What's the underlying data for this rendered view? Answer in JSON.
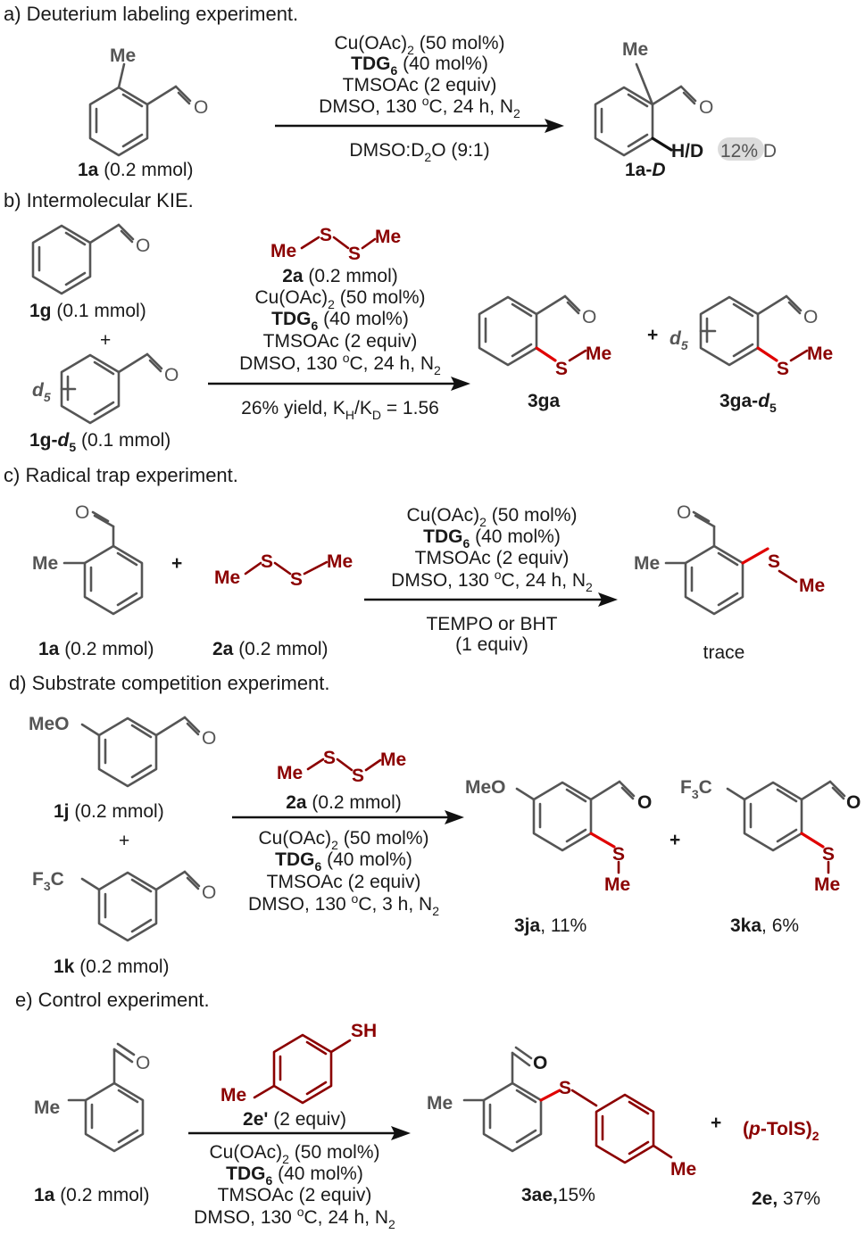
{
  "sections": {
    "a": {
      "title": "a) Deuterium labeling experiment.",
      "sm_label_id": "1a",
      "sm_label_amount": " (0.2 mmol)",
      "cond1_base": "Cu(OAc)",
      "cond1_sub": "2",
      "cond1_tail": " (50 mol%)",
      "cond2_base": "TDG",
      "cond2_sub": "6",
      "cond2_tail": " (40 mol%)",
      "cond3": "TMSOAc (2 equiv)",
      "cond4_pre": "DMSO, 130 ",
      "cond4_sup": "o",
      "cond4_mid": "C, 24 h, N",
      "cond4_sub": "2",
      "cond5_pre": "DMSO:D",
      "cond5_sub": "2",
      "cond5_tail": "O (9:1)",
      "product_label_id": "1a-",
      "product_label_italic": "D",
      "hd_label": "H/D",
      "deuterium": "12% D"
    },
    "b": {
      "title": "b) Intermolecular KIE.",
      "sm1_id": "1g",
      "sm1_amount": " (0.1 mmol)",
      "plus": "+",
      "sm2_id": "1g-",
      "sm2_italic": "d",
      "sm2_sub": "5",
      "sm2_amount": " (0.1 mmol)",
      "reagent_id": "2a",
      "reagent_amount": " (0.2 mmol)",
      "cond1_base": "Cu(OAc)",
      "cond1_sub": "2",
      "cond1_tail": " (50 mol%)",
      "cond2_base": "TDG",
      "cond2_sub": "6",
      "cond2_tail": " (40 mol%)",
      "cond3": "TMSOAc (2 equiv)",
      "cond4_pre": "DMSO, 130 ",
      "cond4_sup": "o",
      "cond4_mid": "C, 24 h, N",
      "cond4_sub": "2",
      "result_pre": "26% yield, K",
      "result_sub1": "H",
      "result_mid": "/K",
      "result_sub2": "D",
      "result_tail": " = 1.56",
      "prod1_id": "3ga",
      "prod2_id": "3ga-",
      "prod2_italic": "d",
      "prod2_sub": "5",
      "d5_label": "d",
      "d5_sub": "5"
    },
    "c": {
      "title": "c) Radical trap experiment.",
      "sm1_id": "1a",
      "sm1_amount": " (0.2 mmol)",
      "sm2_id": "2a",
      "sm2_amount": " (0.2 mmol)",
      "plus": "+",
      "cond1_base": "Cu(OAc)",
      "cond1_sub": "2",
      "cond1_tail": " (50 mol%)",
      "cond2_base": "TDG",
      "cond2_sub": "6",
      "cond2_tail": " (40 mol%)",
      "cond3": "TMSOAc (2 equiv)",
      "cond4_pre": "DMSO, 130 ",
      "cond4_sup": "o",
      "cond4_mid": "C, 24 h, N",
      "cond4_sub": "2",
      "additive1": "TEMPO or BHT",
      "additive2": "(1 equiv)",
      "product": "trace"
    },
    "d": {
      "title": "d) Substrate competition experiment.",
      "sm1_id": "1j",
      "sm1_amount": " (0.2 mmol)",
      "sm2_id": "1k",
      "sm2_amount": " (0.2 mmol)",
      "plus": "+",
      "reagent_id": "2a",
      "reagent_amount": " (0.2 mmol)",
      "cond1_base": "Cu(OAc)",
      "cond1_sub": "2",
      "cond1_tail": " (50 mol%)",
      "cond2_base": "TDG",
      "cond2_sub": "6",
      "cond2_tail": " (40 mol%)",
      "cond3": "TMSOAc (2 equiv)",
      "cond4_pre": "DMSO, 130 ",
      "cond4_sup": "o",
      "cond4_mid": "C, 3 h, N",
      "cond4_sub": "2",
      "prod1_id": "3ja",
      "prod1_yield": ", 11%",
      "prod2_id": "3ka",
      "prod2_yield": ", 6%"
    },
    "e": {
      "title": "e) Control experiment.",
      "sm_id": "1a",
      "sm_amount": " (0.2 mmol)",
      "reagent_id": "2e'",
      "reagent_amount": " (2 equiv)",
      "cond1_base": "Cu(OAc)",
      "cond1_sub": "2",
      "cond1_tail": " (50 mol%)",
      "cond2_base": "TDG",
      "cond2_sub": "6",
      "cond2_tail": " (40 mol%)",
      "cond3": "TMSOAc (2 equiv)",
      "cond4_pre": "DMSO, 130 ",
      "cond4_sup": "o",
      "cond4_mid": "C, 24 h, N",
      "cond4_sub": "2",
      "prod1_id": "3ae,",
      "prod1_yield": "15%",
      "plus": "+",
      "prod2_pre": "(",
      "prod2_italic": "p",
      "prod2_mid": "-TolS)",
      "prod2_sub": "2",
      "prod3_id": "2e,",
      "prod3_yield": " 37%"
    }
  },
  "atoms": {
    "me": "Me",
    "o": "O",
    "s": "S",
    "sh": "SH",
    "meo": "MeO",
    "f3c": "F",
    "f3c_sub": "3",
    "f3c_c": "C"
  },
  "colors": {
    "bond": "#555555",
    "sulfur": "#8b0000",
    "new_bond": "#e00000",
    "ink": "#1a1a1a",
    "highlight": "#dcdcdc"
  }
}
